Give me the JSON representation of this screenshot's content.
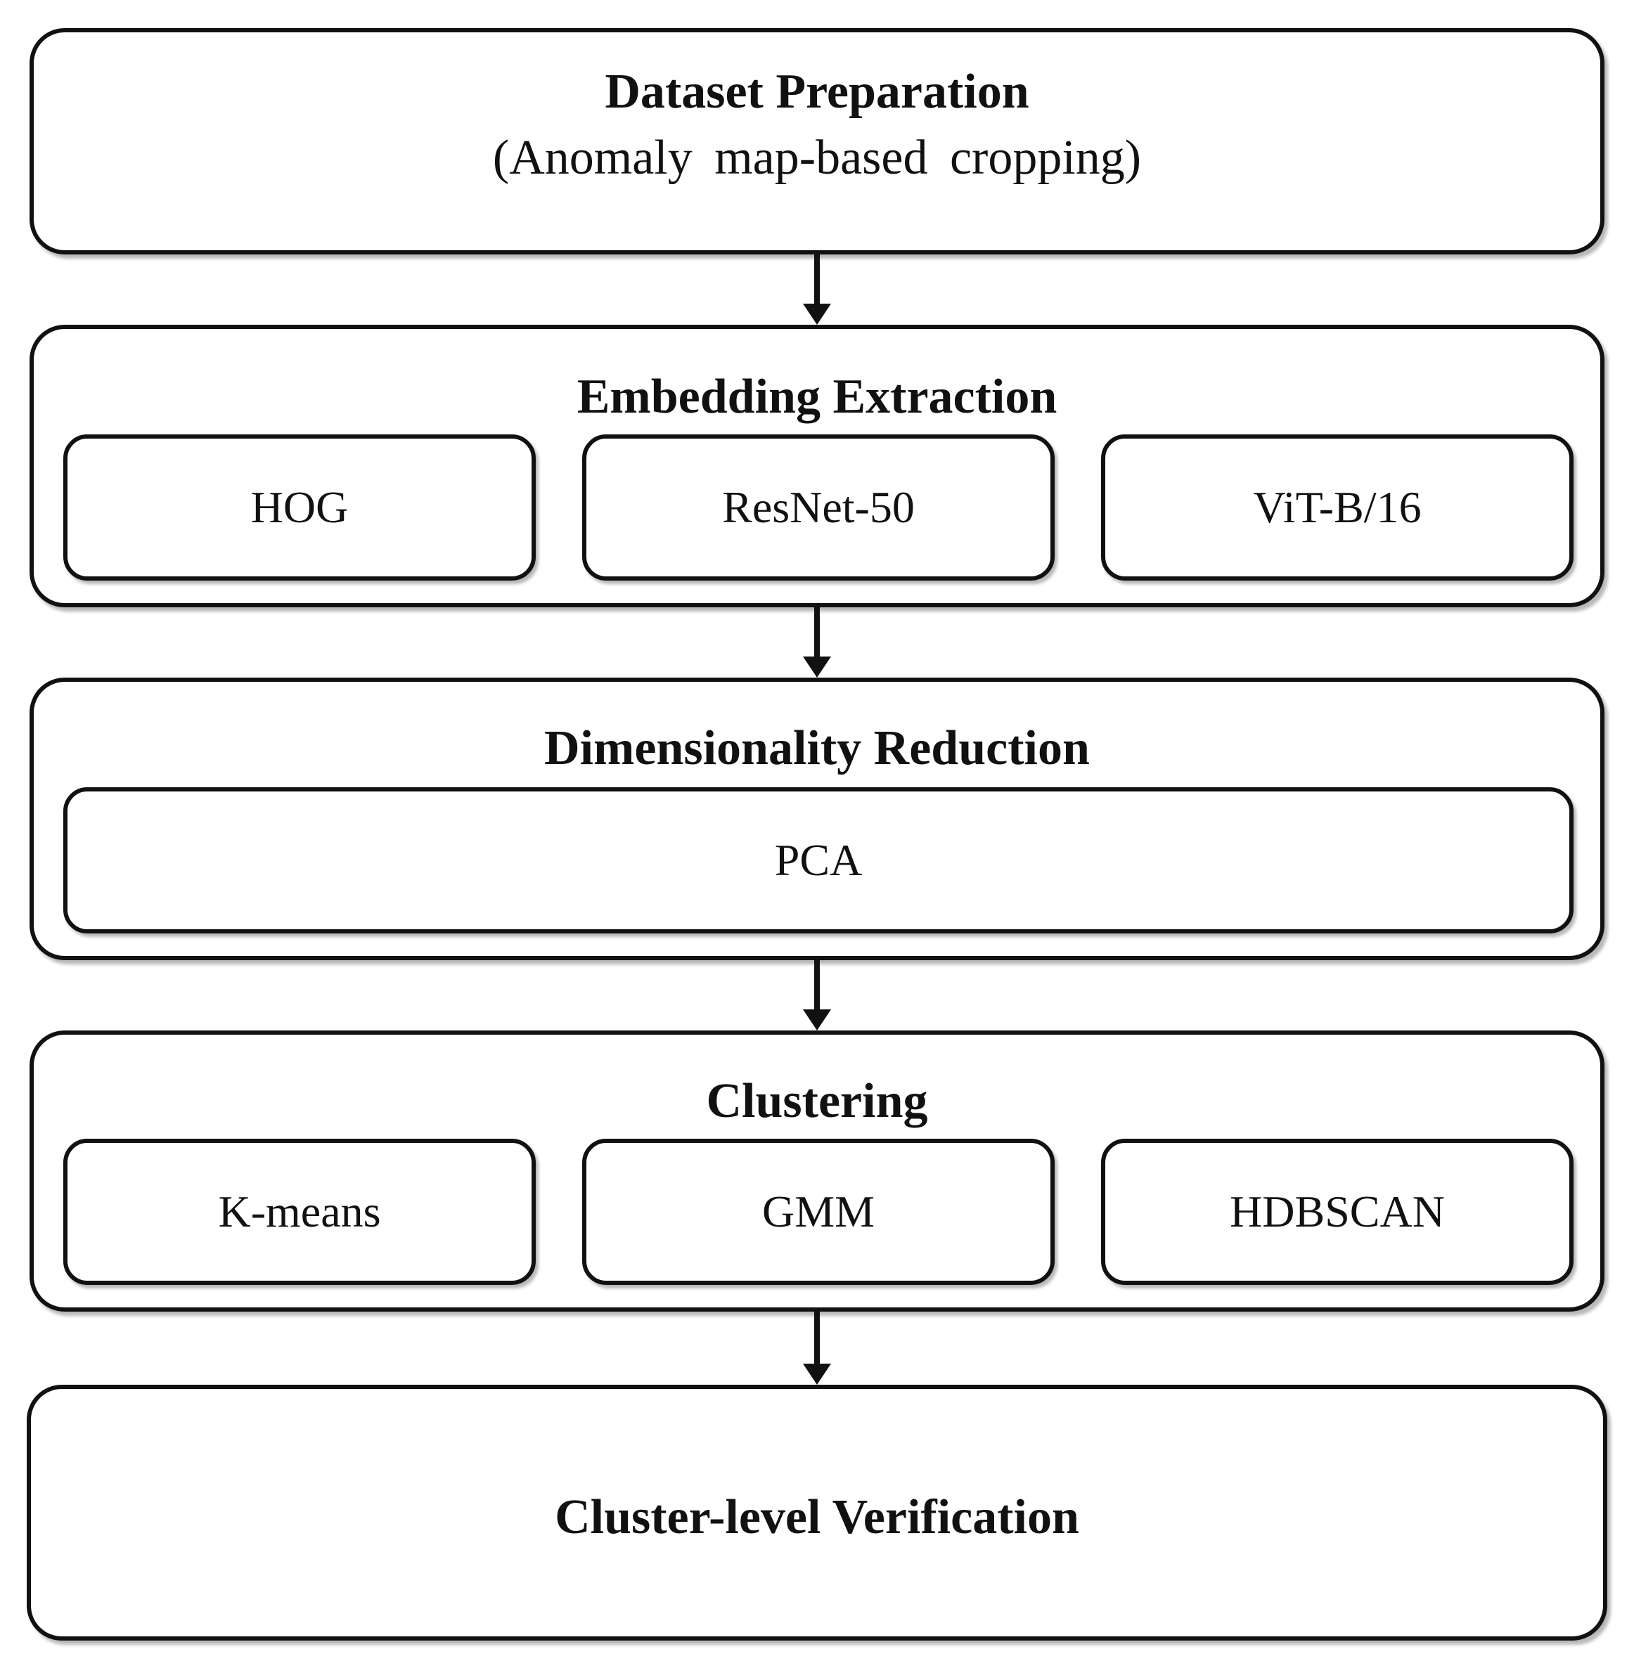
{
  "stages": {
    "dataset": {
      "title": "Dataset Preparation",
      "subtitle": "(Anomaly map-based cropping)"
    },
    "embedding": {
      "title": "Embedding Extraction",
      "methods": [
        "HOG",
        "ResNet-50",
        "ViT-B/16"
      ]
    },
    "reduction": {
      "title": "Dimensionality Reduction",
      "methods": [
        "PCA"
      ]
    },
    "clustering": {
      "title": "Clustering",
      "methods": [
        "K-means",
        "GMM",
        "HDBSCAN"
      ]
    },
    "verification": {
      "title": "Cluster-level Verification"
    }
  }
}
